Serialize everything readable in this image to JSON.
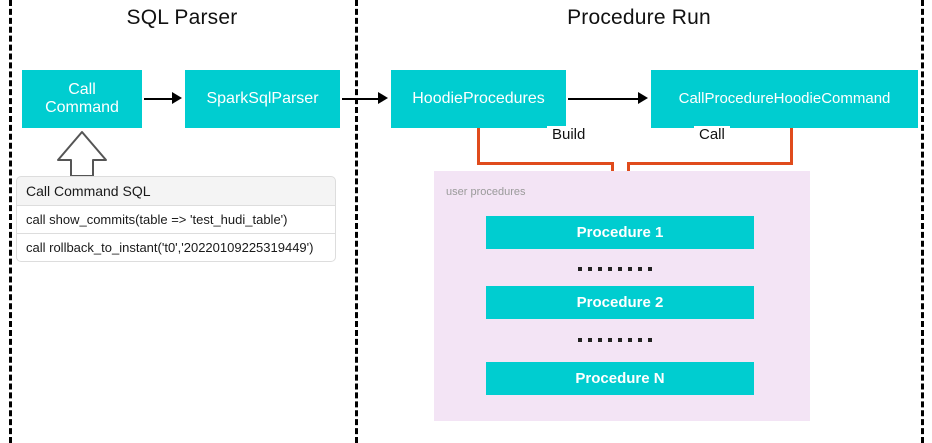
{
  "diagram": {
    "sections": [
      {
        "title": "SQL Parser"
      },
      {
        "title": "Procedure Run"
      }
    ],
    "nodes": {
      "call_command": "Call\nCommand",
      "call_command_line1": "Call",
      "call_command_line2": "Command",
      "spark_sql_parser": "SparkSqlParser",
      "hoodie_procedures": "HoodieProcedures",
      "call_procedure_hoodie_command": "CallProcedureHoodieCommand"
    },
    "edge_labels": {
      "build": "Build",
      "call": "Call"
    },
    "sql_table": {
      "header": "Call Command SQL",
      "rows": [
        "call show_commits(table => 'test_hudi_table')",
        "call rollback_to_instant('t0','20220109225319449')"
      ]
    },
    "procedures_panel": {
      "caption": "user procedures",
      "items": [
        "Procedure 1",
        "Procedure 2",
        "Procedure N"
      ],
      "ellipsis_dot_count": 8
    },
    "colors": {
      "node_teal": "#00CDD0",
      "panel_pink": "#F3E4F5",
      "connector_orange": "#E04B1C",
      "divider_black": "#000000",
      "text_white": "#FFFFFF",
      "caption_gray": "#9A9A9A"
    }
  }
}
